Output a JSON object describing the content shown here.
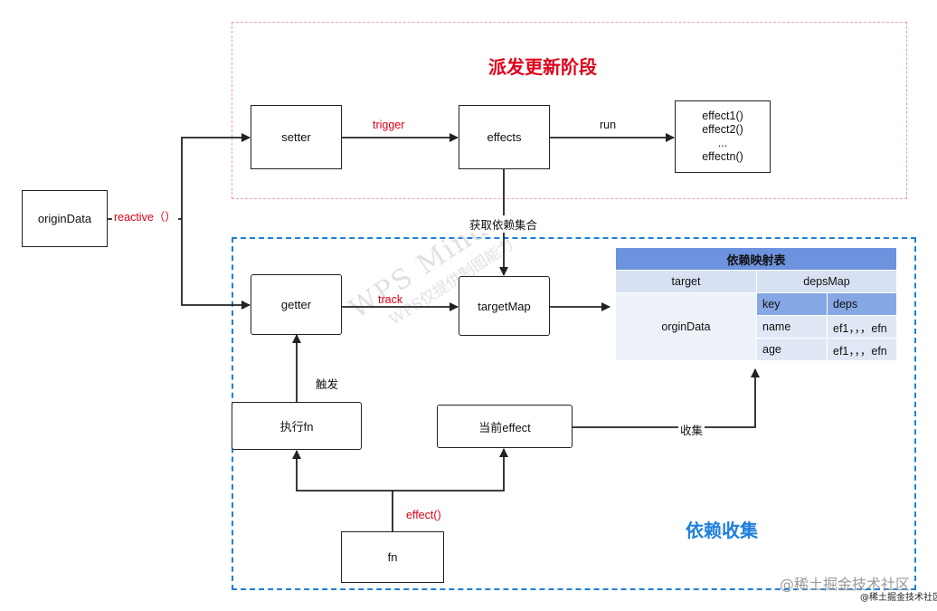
{
  "regions": {
    "dispatch_title": "派发更新阶段",
    "collect_title": "依赖收集"
  },
  "nodes": {
    "origin_data": "originData",
    "setter": "setter",
    "effects": "effects",
    "effect_list": [
      "effect1()",
      "effect2()",
      "...",
      "effectn()"
    ],
    "getter": "getter",
    "target_map": "targetMap",
    "exec_fn": "执行fn",
    "current_effect": "当前effect",
    "fn": "fn"
  },
  "edges": {
    "reactive": "reactive（）",
    "trigger": "trigger",
    "run": "run",
    "get_deps": "获取依赖集合",
    "track": "track",
    "fire": "触发",
    "collect": "收集",
    "effect_call": "effect()"
  },
  "mapping_table": {
    "title": "依赖映射表",
    "headers": [
      "target",
      "depsMap"
    ],
    "target_value": "orginData",
    "inner_headers": [
      "key",
      "deps"
    ],
    "rows": [
      {
        "key": "name",
        "deps": "ef1，，，efn"
      },
      {
        "key": "age",
        "deps": "ef1，，，efn"
      }
    ]
  },
  "watermark": {
    "line1": "WPS Mind",
    "line2": "WPS仅提供制图能力"
  },
  "footer": {
    "brand": "@稀土掘金技术社区",
    "brand_small": "@稀土掘金技术社区"
  },
  "colors": {
    "dispatch_border": "#f0a0a8",
    "collect_border": "#1e7fdc",
    "red_label": "#e0001a",
    "table_title": "#6d93de"
  }
}
